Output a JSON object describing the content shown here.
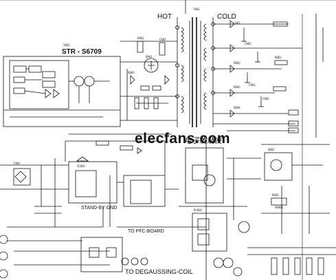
{
  "labels": {
    "hot": "HOT",
    "cold": "COLD",
    "ic_name": "STR - S6709",
    "standby_gnd": "STAND-BY GND",
    "to_pfc_board": "TO PFC-BOARD",
    "to_degaussing_coil": "TO DEGAUSSING-COIL"
  },
  "watermark": {
    "site": "elecfans.com",
    "site_cn": "电子发烧友"
  },
  "part_refs": [
    "T801",
    "I801",
    "R801",
    "C801",
    "D801",
    "Q801",
    "IC801",
    "L801",
    "C802",
    "D802",
    "R802",
    "D803",
    "C803",
    "Q802",
    "R803",
    "C804",
    "D804",
    "F801",
    "VR801",
    "RY801"
  ]
}
